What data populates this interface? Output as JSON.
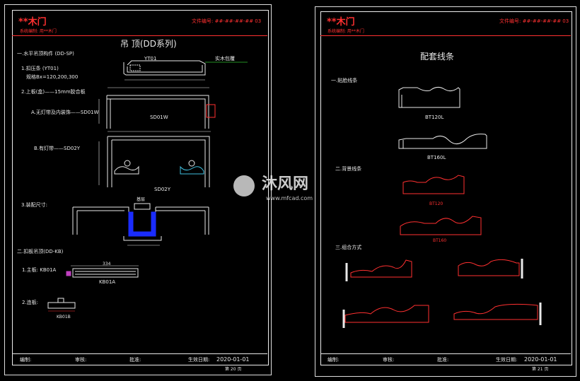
{
  "left_sheet": {
    "brand": "**木门",
    "file_no": "文件编号: ##-##-##-##    03",
    "sub": "系统编制: 用**木门",
    "title": "吊 顶(DD系列)",
    "section1": "一.水平吊顶构件 (DD-SP)",
    "item1": "1.扣压条 (YT01)",
    "item1_sub": "规格Bx=120,200,300",
    "yt01_label": "YT01",
    "solid_wood": "实木包覆",
    "item2": "2.上板(盒)——15mm胶合板",
    "item2a": "A.无灯带及内装饰——SD01W",
    "sd01w_label": "SD01W",
    "item2b": "B.有灯带——SD02Y",
    "sd02y_label": "SD02Y",
    "item3": "3.装配尺寸:",
    "gasket": "基层",
    "section2": "二.扣板吊顶(DD-KB)",
    "main_board": "1.主板: KB01A",
    "kb01a_label": "KB01A",
    "dim_334": "334",
    "connector": "2.连板:",
    "kb01b_label": "KB01B",
    "footer_edit": "编制:",
    "footer_review": "审核:",
    "footer_approve": "批准:",
    "footer_date_label": "生效日期:",
    "footer_date": "2020-01-01",
    "page": "第 20 页"
  },
  "right_sheet": {
    "brand": "**木门",
    "file_no": "文件编号: ##-##-##-##    03",
    "sub": "系统编制: 用**木门",
    "title": "配套线条",
    "section1": "一.贴脸线条",
    "bt120l": "BT120L",
    "bt160l": "BT160L",
    "section2": "二.背景线条",
    "bt120": "BT120",
    "bt160": "BT160",
    "section3": "三.组合方式",
    "footer_edit": "编制:",
    "footer_review": "审核:",
    "footer_approve": "批准:",
    "footer_date_label": "生效日期:",
    "footer_date": "2020-01-01",
    "page": "第 21 页"
  },
  "watermark": {
    "text": "沐风网",
    "url": "www.mfcad.com"
  },
  "colors": {
    "background": "#000000",
    "line_white": "#e8e8e8",
    "accent_red": "#ff3030",
    "steel_blue": "#1a2cff",
    "cyan": "#40c0e0",
    "green": "#30c030"
  }
}
